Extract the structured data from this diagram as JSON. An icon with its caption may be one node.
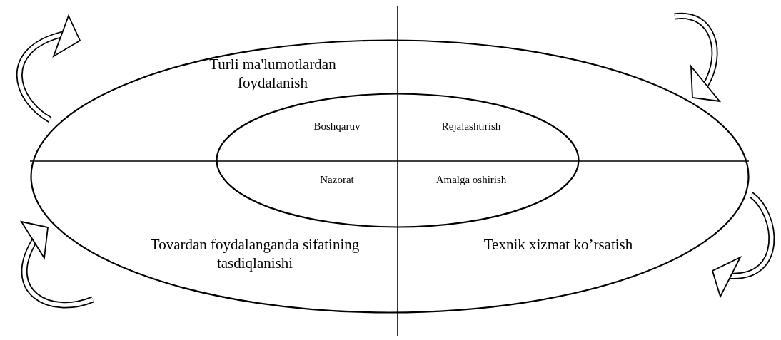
{
  "diagram": {
    "nodes": [
      {
        "text": [
          "Turli ma'lumotlardan foydalanish",
          "Tovardan foydalanganda sifatining tasdiqlanishi",
          "Texnik xizmat ko’rsatish"
        ]
      },
      {
        "text": [
          "Boshqaruv",
          "Rejalashtirish",
          "Nazorat",
          "Amalga oshirish"
        ],
        "in": 0
      }
    ]
  }
}
